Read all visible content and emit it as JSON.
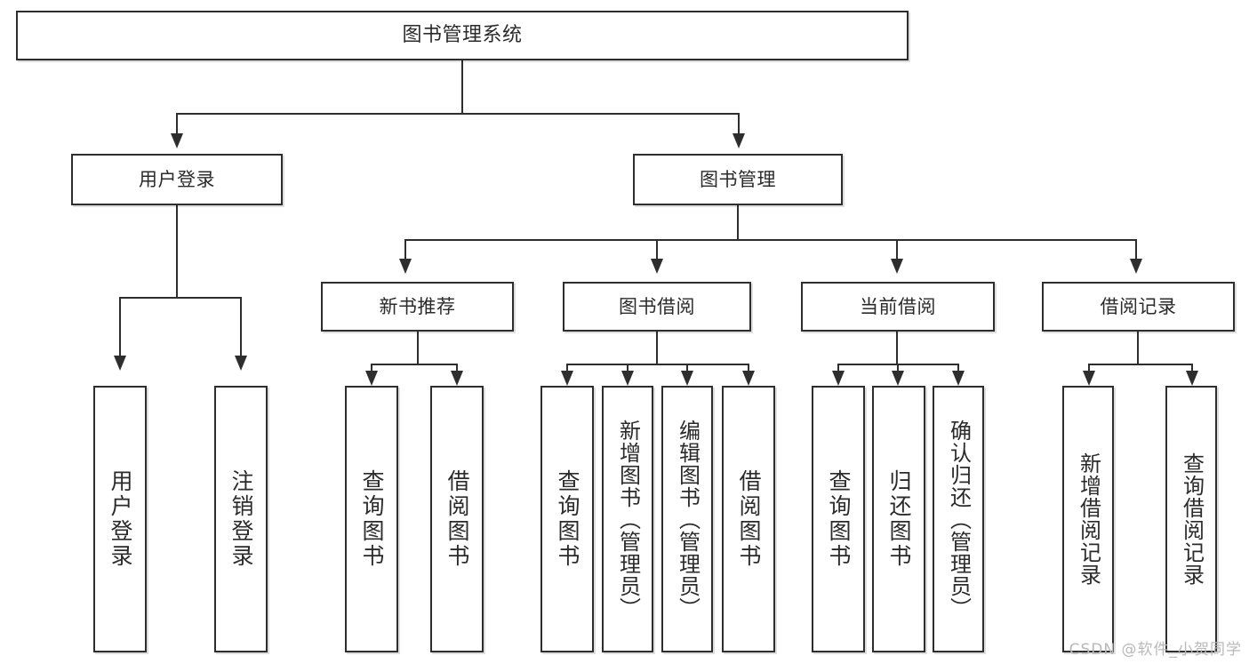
{
  "diagram": {
    "type": "tree-hierarchy-chart",
    "title": "图书管理系统",
    "root": {
      "id": "root",
      "label": "图书管理系统"
    },
    "level1": [
      {
        "id": "user-login",
        "label": "用户登录"
      },
      {
        "id": "book-management",
        "label": "图书管理"
      }
    ],
    "level2": [
      {
        "id": "new-book-recommend",
        "label": "新书推荐",
        "parent": "book-management"
      },
      {
        "id": "book-borrow",
        "label": "图书借阅",
        "parent": "book-management"
      },
      {
        "id": "current-borrow",
        "label": "当前借阅",
        "parent": "book-management"
      },
      {
        "id": "borrow-record",
        "label": "借阅记录",
        "parent": "book-management"
      }
    ],
    "leaves": {
      "user-login": [
        {
          "id": "leaf-user-login",
          "label": "用户登录"
        },
        {
          "id": "leaf-logout-login",
          "label": "注销登录"
        }
      ],
      "new-book-recommend": [
        {
          "id": "leaf-query-book-1",
          "label": "查询图书"
        },
        {
          "id": "leaf-borrow-book-1",
          "label": "借阅图书"
        }
      ],
      "book-borrow": [
        {
          "id": "leaf-query-book-2",
          "label": "查询图书"
        },
        {
          "id": "leaf-add-book",
          "label": "新增图书（管理员）"
        },
        {
          "id": "leaf-edit-book",
          "label": "编辑图书（管理员）"
        },
        {
          "id": "leaf-borrow-book-2",
          "label": "借阅图书"
        }
      ],
      "current-borrow": [
        {
          "id": "leaf-query-book-3",
          "label": "查询图书"
        },
        {
          "id": "leaf-return-book",
          "label": "归还图书"
        },
        {
          "id": "leaf-confirm-return",
          "label": "确认归还（管理员）"
        }
      ],
      "borrow-record": [
        {
          "id": "leaf-add-record",
          "label": "新增借阅记录"
        },
        {
          "id": "leaf-query-record",
          "label": "查询借阅记录"
        }
      ]
    },
    "watermark": "CSDN @软件_小贺同学",
    "colors": {
      "stroke": "#2e2e2e",
      "fill": "#ffffff",
      "text": "#2b2b2b",
      "watermark": "#b9b9b9"
    }
  }
}
